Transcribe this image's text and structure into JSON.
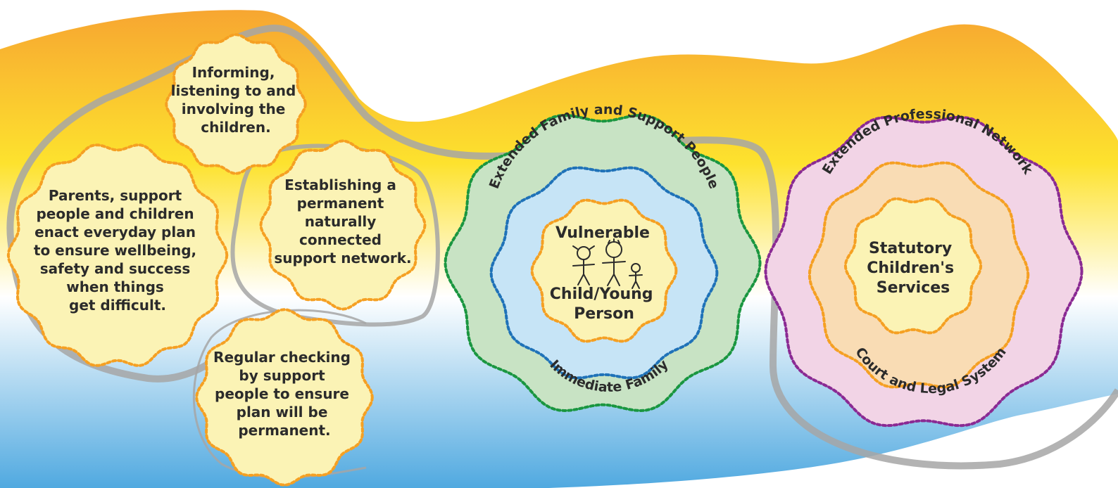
{
  "colors": {
    "band_top": "#f7a631",
    "band_mid": "#fde22e",
    "band_bottom": "#50a9e0",
    "loop": "#a6a6a6",
    "flower_fill": "#fbf3b5",
    "flower_stroke": "#f5a023",
    "green_fill": "#c8e3c4",
    "green_stroke": "#1a9640",
    "blue_fill": "#c6e4f6",
    "blue_stroke": "#1f72b8",
    "pink_fill": "#f2d4e6",
    "pink_stroke": "#8a2a93",
    "peach_fill": "#f9dcb4",
    "text": "#2b2b2b"
  },
  "plan_circles": {
    "informing": [
      "Informing,",
      "listening to and",
      "involving the",
      "children."
    ],
    "parents": [
      "Parents, support",
      "people and children",
      "enact everyday plan",
      "to ensure wellbeing,",
      "safety and success",
      "when things",
      "get difficult."
    ],
    "establishing": [
      "Establishing a",
      "permanent",
      "naturally",
      "connected",
      "support network."
    ],
    "regular": [
      "Regular checking",
      "by support",
      "people to ensure",
      "plan will be",
      "permanent."
    ]
  },
  "family_rings": {
    "outer_label": "Extended Family and Support People",
    "middle_label": "Immediate Family",
    "center_top": "Vulnerable",
    "center_bottom": [
      "Child/Young",
      "Person"
    ],
    "figure_icon": "stick-family-icon"
  },
  "professional_rings": {
    "outer_label": "Extended Professional Network",
    "middle_label": "Court and Legal System",
    "center": [
      "Statutory",
      "Children's",
      "Services"
    ]
  }
}
